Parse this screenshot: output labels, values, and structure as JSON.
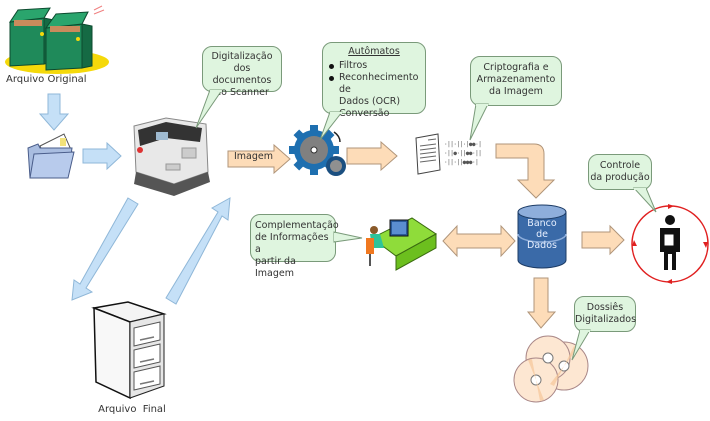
{
  "diagram": {
    "nodes": {
      "arquivo_original": {
        "label": "Arquivo Original"
      },
      "arquivo_final": {
        "label": "Arquivo  Final"
      },
      "banco_de_dados": {
        "lines": [
          "Banco",
          "de",
          "Dados"
        ]
      }
    },
    "bubbles": {
      "digitalizacao": {
        "lines": [
          "Digitalização dos",
          "documentos",
          "no Scanner"
        ]
      },
      "automatos": {
        "title": "Autômatos",
        "items": [
          "Filtros",
          "Reconhecimento de",
          "Dados (OCR)",
          "Conversão"
        ]
      },
      "criptografia": {
        "lines": [
          "Criptografia e",
          "Armazenamento",
          "da Imagem"
        ]
      },
      "complementacao": {
        "lines": [
          "Complementação",
          "de Informações a",
          "partir da Imagem"
        ]
      },
      "controle": {
        "lines": [
          "Controle",
          "da produção"
        ]
      },
      "dossies": {
        "lines": [
          "Dossiês",
          "Digitalizados"
        ]
      }
    },
    "arrows": {
      "imagem_label": "Imagem"
    },
    "colors": {
      "bubble_fill": "#dff5df",
      "blue_arrow": "#c5e0f7",
      "orange_arrow": "#fddcb8",
      "folder_green": "#1f8a5a",
      "gear_blue": "#1e6fb0",
      "db_blue": "#3a6aa8",
      "cycle_red": "#e02020"
    },
    "binary_rows": [
      "·||·||·|●●·|",
      "·||●·||●●·||",
      "·||·||●●●·|"
    ]
  }
}
